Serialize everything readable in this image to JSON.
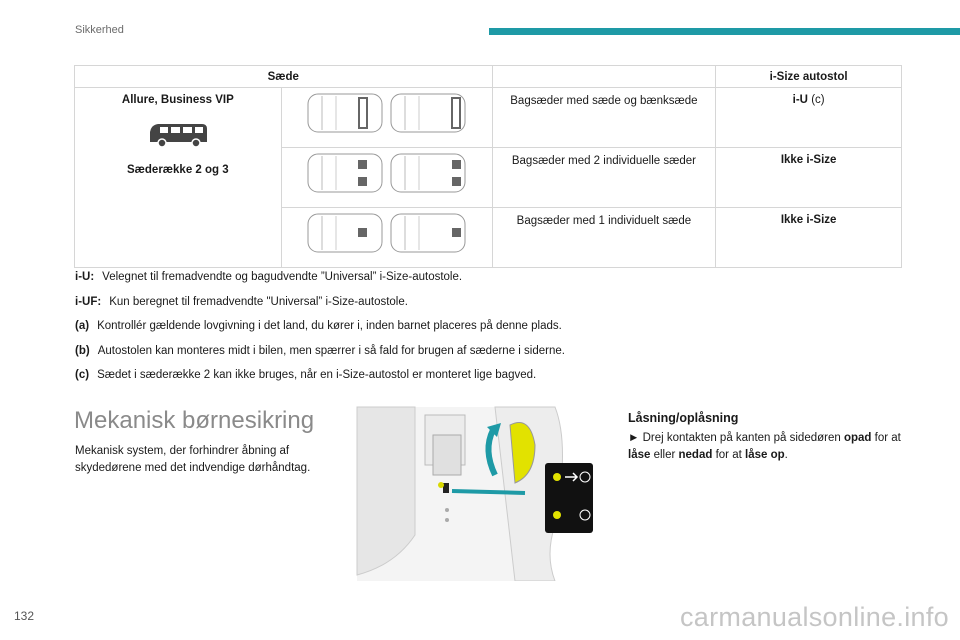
{
  "header": {
    "section": "Sikkerhed",
    "accent_color": "#1e9aa6"
  },
  "table": {
    "col_seat": "Sæde",
    "col_isize": "i-Size autostol",
    "model": "Allure, Business VIP",
    "model_icon": "van-icon",
    "rows_label": "Sæderække 2 og 3",
    "rows": [
      {
        "desc": "Bagsæder med sæde og bænksæde",
        "value_key": "i-U",
        "value_rest": " (c)"
      },
      {
        "desc": "Bagsæder med 2 individuelle sæder",
        "value_key": "Ikke i-Size",
        "value_rest": ""
      },
      {
        "desc": "Bagsæder med 1 individuelt sæde",
        "value_key": "Ikke i-Size",
        "value_rest": ""
      }
    ]
  },
  "notes": [
    {
      "key": "i-U:",
      "text": "Velegnet til fremadvendte og bagudvendte ”Universal” i-Size-autostole."
    },
    {
      "key": "i-UF:",
      "text": "Kun beregnet til fremadvendte \"Universal” i-Size-autostole."
    },
    {
      "key": "(a)",
      "text": "Kontrollér gældende lovgivning i det land, du kører i, inden barnet placeres på denne plads."
    },
    {
      "key": "(b)",
      "text": "Autostolen kan monteres midt i bilen, men spærrer i så fald for brugen af sæderne i siderne."
    },
    {
      "key": "(c)",
      "text": "Sædet i sæderække 2 kan ikke bruges, når en i-Size-autostol er monteret lige bagved."
    }
  ],
  "section": {
    "title": "Mekanisk børnesikring",
    "intro": "Mekanisk system, der forhindrer åbning af skydedørene med det indvendige dørhåndtag."
  },
  "lock": {
    "title": "Låsning/oplåsning",
    "arrow": "►",
    "t1": " Drej kontakten på kanten på sidedøren ",
    "b1": "opad",
    "t2": " for at ",
    "b2": "låse",
    "t3": " eller ",
    "b3": "nedad",
    "t4": " for at ",
    "b4": "låse op",
    "t5": "."
  },
  "footer": {
    "page": "132",
    "watermark": "carmanualsonline.info"
  }
}
